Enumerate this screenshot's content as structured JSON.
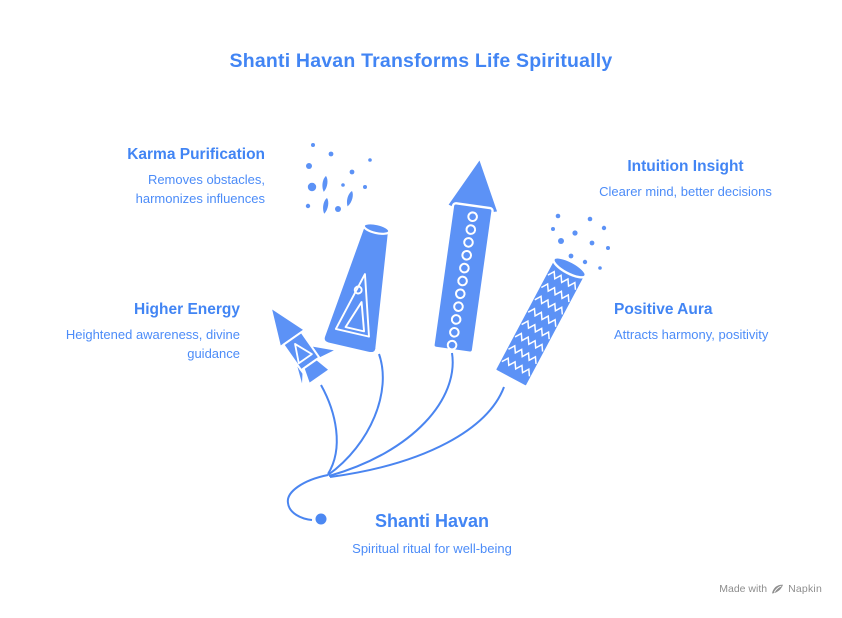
{
  "title": "Shanti Havan Transforms Life Spiritually",
  "nodes": [
    {
      "id": "karma-purification",
      "title": "Karma Purification",
      "description": "Removes obstacles, harmonizes influences",
      "icon": "fountain-firework-icon"
    },
    {
      "id": "intuition-insight",
      "title": "Intuition Insight",
      "description": "Clearer mind, better decisions",
      "icon": "tall-rocket-firework-icon"
    },
    {
      "id": "higher-energy",
      "title": "Higher Energy",
      "description": "Heightened awareness, divine guidance",
      "icon": "rocket-firework-icon"
    },
    {
      "id": "positive-aura",
      "title": "Positive Aura",
      "description": "Attracts harmony, positivity",
      "icon": "firecracker-icon"
    }
  ],
  "center": {
    "title": "Shanti Havan",
    "subtitle": "Spiritual ritual for well-being"
  },
  "footer": {
    "text": "Made with",
    "brand": "Napkin"
  },
  "icons": [
    "rocket-firework-icon",
    "fountain-firework-icon",
    "tall-rocket-firework-icon",
    "firecracker-icon",
    "sparks-icon",
    "fuse-dot",
    "napkin-logo-icon"
  ],
  "colors": {
    "accent": "#4285F4",
    "description_text": "#4C8CF8",
    "firework_fill": "#5C92F6",
    "firework_outline": "#FFFFFF",
    "connector": "#4A85F0",
    "footer_text": "#8E8E8E",
    "background": "#FFFFFF"
  }
}
